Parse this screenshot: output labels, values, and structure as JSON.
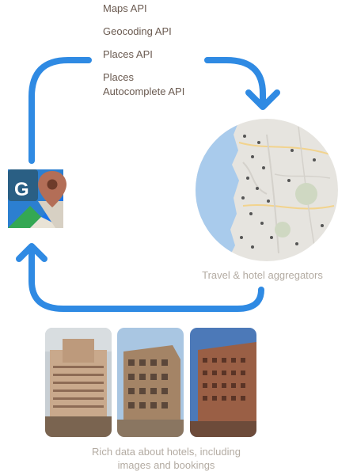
{
  "apis": {
    "maps": "Maps API",
    "geocoding": "Geocoding API",
    "places": "Places API",
    "autocomplete": "Places\nAutocomplete API"
  },
  "logo": {
    "letter": "G",
    "icon": "google-maps-icon"
  },
  "aggregators": {
    "caption": "Travel & hotel aggregators",
    "icon": "city-map-image"
  },
  "hotels": {
    "caption": "Rich data about hotels, including\nimages and bookings"
  },
  "colors": {
    "arrow": "#2f8ae3",
    "caption": "#b3aba2",
    "api_text": "#6a5a50"
  }
}
